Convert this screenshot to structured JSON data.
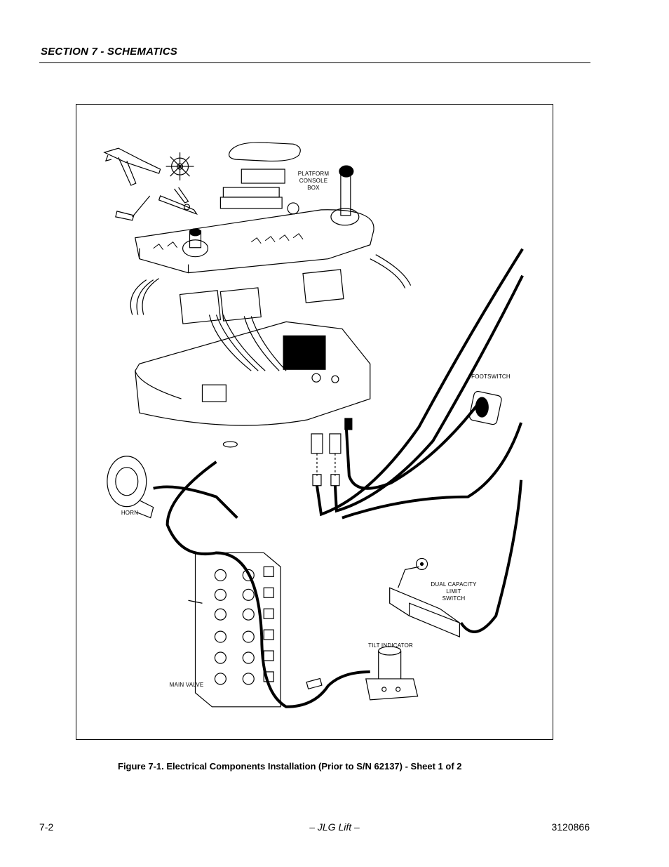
{
  "header": {
    "section_title": "SECTION 7 - SCHEMATICS"
  },
  "figure": {
    "labels": {
      "platform_console_box": "PLATFORM\nCONSOLE\nBOX",
      "footswitch": "FOOTSWITCH",
      "horn": "HORN",
      "dual_capacity_limit_switch": "DUAL CAPACITY\nLIMIT\nSWITCH",
      "tilt_indicator": "TILT INDICATOR",
      "main_valve": "MAIN VALVE"
    },
    "caption": "Figure 7-1.  Electrical Components Installation (Prior to S/N 62137) - Sheet 1 of 2"
  },
  "footer": {
    "page_number": "7-2",
    "center": "– JLG Lift –",
    "doc_number": "3120866"
  }
}
